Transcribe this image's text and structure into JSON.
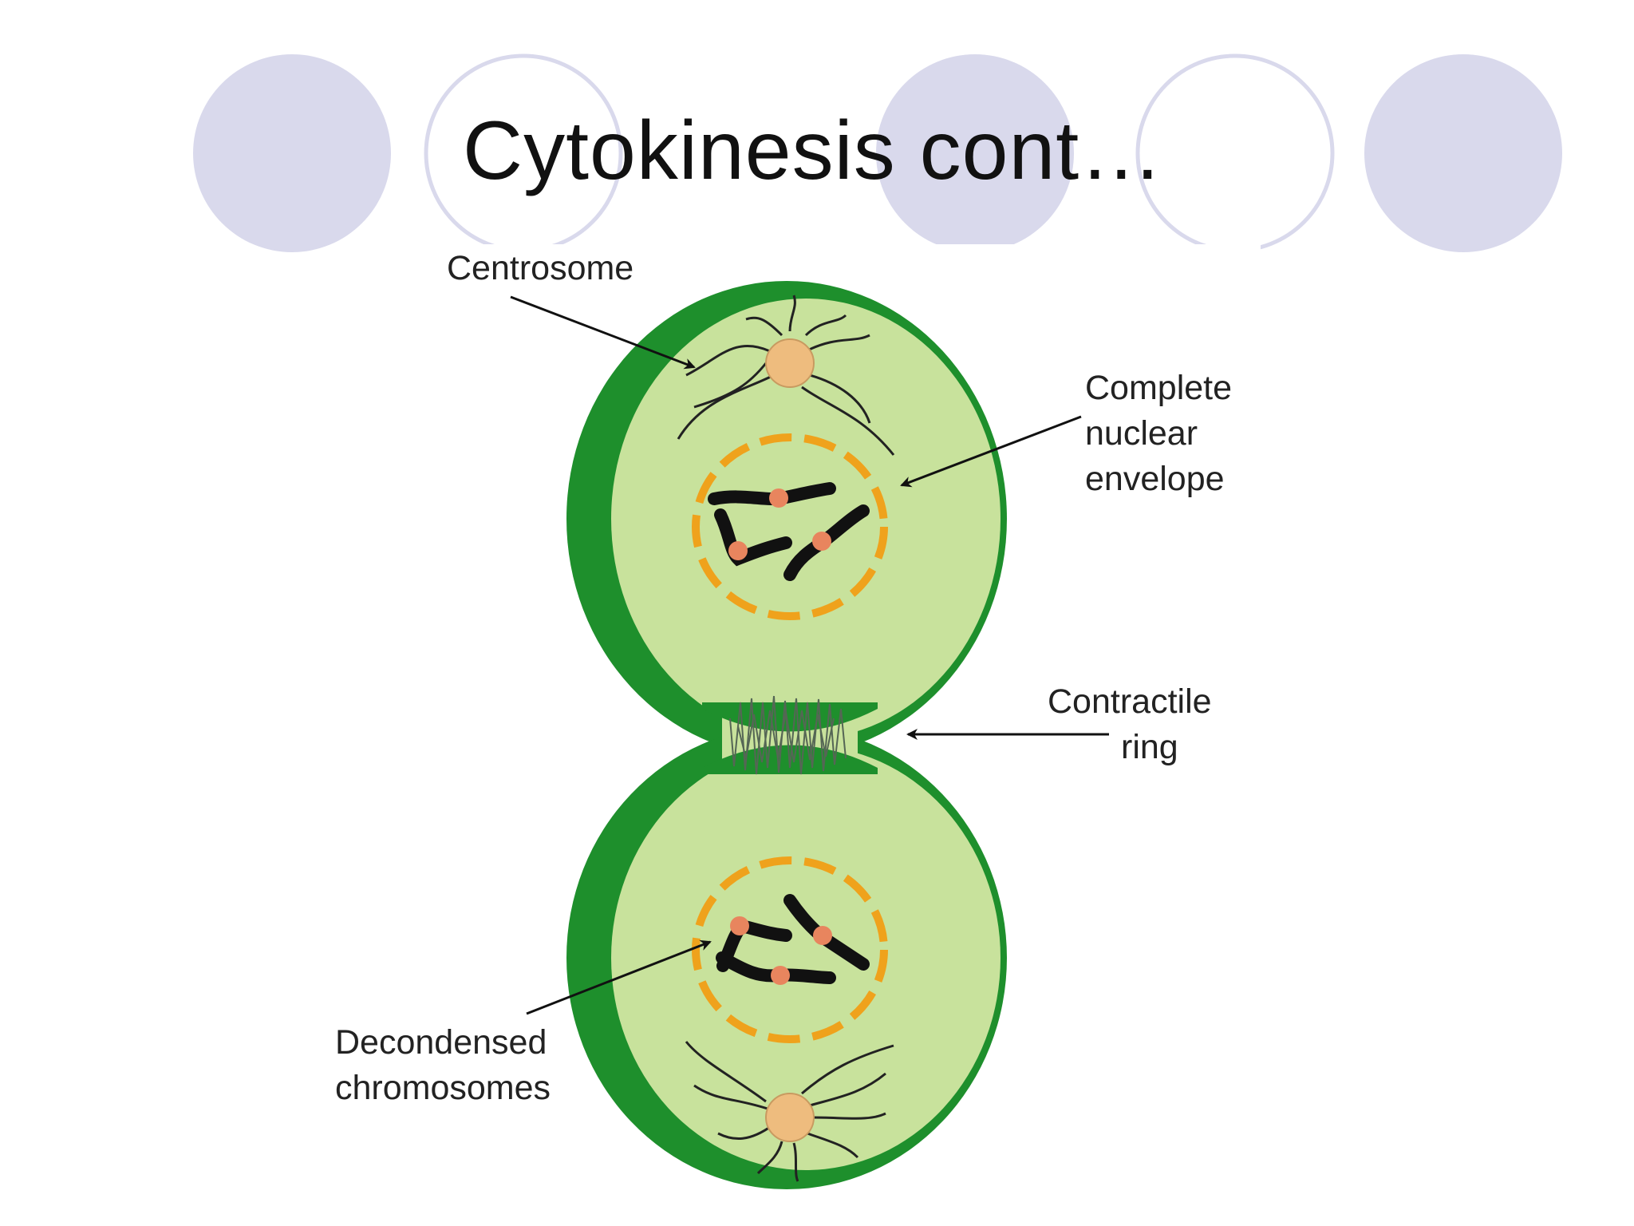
{
  "slide": {
    "title": "Cytokinesis cont…"
  },
  "diagram": {
    "labels": {
      "centrosome": "Centrosome",
      "nuclear_envelope": [
        "Complete",
        "nuclear",
        "envelope"
      ],
      "contractile_ring": [
        "Contractile",
        "ring"
      ],
      "chromosomes": [
        "Decondensed",
        "chromosomes"
      ]
    }
  },
  "colors": {
    "cell_wall": "#1e8f2c",
    "cytoplasm": "#c8e29c",
    "centrosome": "#eebc7e",
    "nuclear_envelope": "#efa21c",
    "chromosome": "#111111",
    "centromere": "#e8855e",
    "decor_circle": "#d9d9ec"
  }
}
